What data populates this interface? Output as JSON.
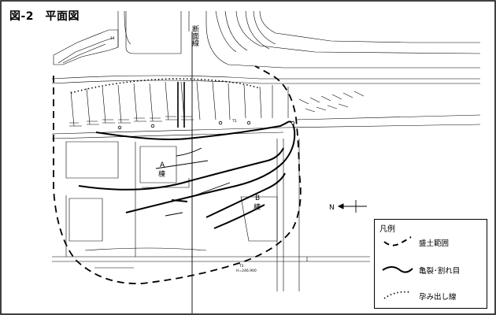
{
  "figure": {
    "title": "図-2　平面図"
  },
  "annotations": {
    "section_line": "断面線",
    "building_a": [
      "A",
      "棟"
    ],
    "building_b": [
      "B",
      "棟"
    ],
    "north": "N",
    "road_marker": "T2",
    "road_elevation": "H=246.900",
    "slope_label": "T5",
    "plot_number": "14"
  },
  "legend": {
    "title": "凡例",
    "items": [
      {
        "label": "盛土範囲",
        "style": "dashed"
      },
      {
        "label": "亀裂･割れ目",
        "style": "solid"
      },
      {
        "label": "孕み出し線",
        "style": "dotted"
      }
    ]
  }
}
